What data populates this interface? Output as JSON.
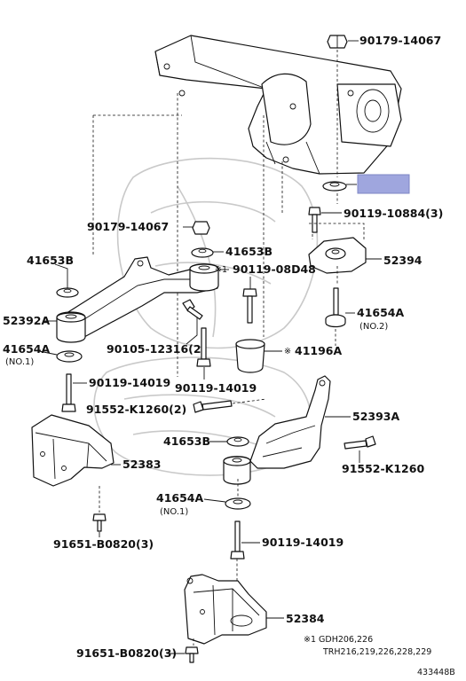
{
  "labels": {
    "p90179_14067_top": "90179-14067",
    "p90119_10884": "90119-10884(3)",
    "p52394": "52394",
    "p90179_14067_mid": "90179-14067",
    "p41653B_mid": "41653B",
    "p41653B_left": "41653B",
    "p90119_08D48": "90119-08D48",
    "p52392A": "52392A",
    "p41654A_right": "41654A",
    "p41654A_right_sub": "(NO.2)",
    "p90105_12316": "90105-12316(2)",
    "p41196A": "41196A",
    "p41654A_left": "41654A",
    "p41654A_left_sub": "(NO.1)",
    "p90119_14019_left": "90119-14019",
    "p90119_14019_mid": "90119-14019",
    "p91552_K1260_2": "91552-K1260(2)",
    "p52393A": "52393A",
    "p41653B_low": "41653B",
    "p52383": "52383",
    "p91552_K1260": "91552-K1260",
    "p41654A_low": "41654A",
    "p41654A_low_sub": "(NO.1)",
    "p91651_B0820_upper": "91651-B0820(3)",
    "p90119_14019_low": "90119-14019",
    "p52384": "52384",
    "p91651_B0820_lower": "91651-B0820(3)"
  },
  "markers": {
    "note_mark": "※1",
    "note_mark_41196A": "※",
    "note_mark_08D48": "※1"
  },
  "footnote": {
    "line1": "※1 GDH206,226",
    "line2": "TRH216,219,226,228,229"
  },
  "diagram_id": "433448B",
  "highlight_color": "#9fa6de"
}
